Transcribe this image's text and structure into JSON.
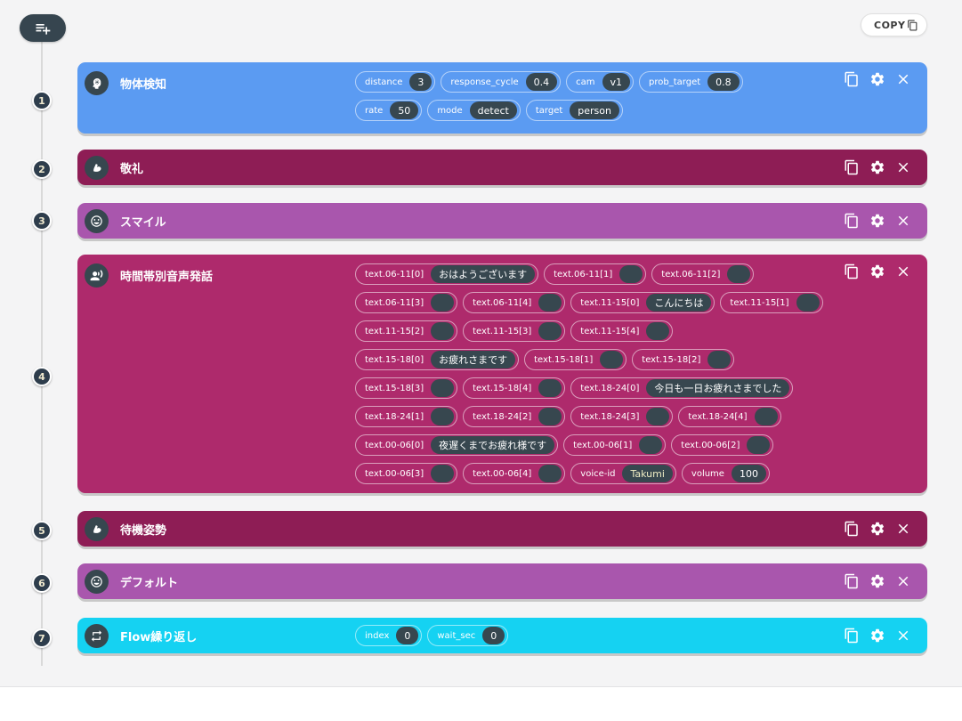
{
  "toolbar": {
    "copy_label": "COPY",
    "add_icon": "playlist-add"
  },
  "steps": [
    "1",
    "2",
    "3",
    "4",
    "5",
    "6",
    "7"
  ],
  "action_icons": [
    "duplicate",
    "settings",
    "close"
  ],
  "cards": [
    {
      "title": "物体検知",
      "icon": "brain-detection",
      "color": "#5b9bf2",
      "params": [
        {
          "label": "distance",
          "value": "3"
        },
        {
          "label": "response_cycle",
          "value": "0.4"
        },
        {
          "label": "cam",
          "value": "v1"
        },
        {
          "label": "prob_target",
          "value": "0.8"
        },
        {
          "label": "rate",
          "value": "50"
        },
        {
          "label": "mode",
          "value": "detect"
        },
        {
          "label": "target",
          "value": "person"
        }
      ]
    },
    {
      "title": "敬礼",
      "icon": "muscle",
      "color": "#8e1d55",
      "params": []
    },
    {
      "title": "スマイル",
      "icon": "smiley",
      "color": "#a956ad",
      "params": []
    },
    {
      "title": "時間帯別音声発話",
      "icon": "voice-speech",
      "color": "#ae2a6c",
      "params": [
        {
          "label": "text.06-11[0]",
          "value": "おはようございます"
        },
        {
          "label": "text.06-11[1]",
          "value": ""
        },
        {
          "label": "text.06-11[2]",
          "value": ""
        },
        {
          "label": "text.06-11[3]",
          "value": ""
        },
        {
          "label": "text.06-11[4]",
          "value": ""
        },
        {
          "label": "text.11-15[0]",
          "value": "こんにちは"
        },
        {
          "label": "text.11-15[1]",
          "value": ""
        },
        {
          "label": "text.11-15[2]",
          "value": ""
        },
        {
          "label": "text.11-15[3]",
          "value": ""
        },
        {
          "label": "text.11-15[4]",
          "value": ""
        },
        {
          "label": "text.15-18[0]",
          "value": "お疲れさまです"
        },
        {
          "label": "text.15-18[1]",
          "value": ""
        },
        {
          "label": "text.15-18[2]",
          "value": ""
        },
        {
          "label": "text.15-18[3]",
          "value": ""
        },
        {
          "label": "text.15-18[4]",
          "value": ""
        },
        {
          "label": "text.18-24[0]",
          "value": "今日も一日お疲れさまでした"
        },
        {
          "label": "text.18-24[1]",
          "value": ""
        },
        {
          "label": "text.18-24[2]",
          "value": ""
        },
        {
          "label": "text.18-24[3]",
          "value": ""
        },
        {
          "label": "text.18-24[4]",
          "value": ""
        },
        {
          "label": "text.00-06[0]",
          "value": "夜遅くまでお疲れ様です"
        },
        {
          "label": "text.00-06[1]",
          "value": ""
        },
        {
          "label": "text.00-06[2]",
          "value": ""
        },
        {
          "label": "text.00-06[3]",
          "value": ""
        },
        {
          "label": "text.00-06[4]",
          "value": ""
        },
        {
          "label": "voice-id",
          "value": "Takumi",
          "value_color": "#efedc4"
        },
        {
          "label": "volume",
          "value": "100"
        }
      ]
    },
    {
      "title": "待機姿勢",
      "icon": "muscle",
      "color": "#8e1d55",
      "params": []
    },
    {
      "title": "デフォルト",
      "icon": "smiley",
      "color": "#a956ad",
      "params": []
    },
    {
      "title": "Flow繰り返し",
      "icon": "repeat",
      "color": "#15d2f2",
      "params": [
        {
          "label": "index",
          "value": "0"
        },
        {
          "label": "wait_sec",
          "value": "0"
        }
      ]
    }
  ]
}
